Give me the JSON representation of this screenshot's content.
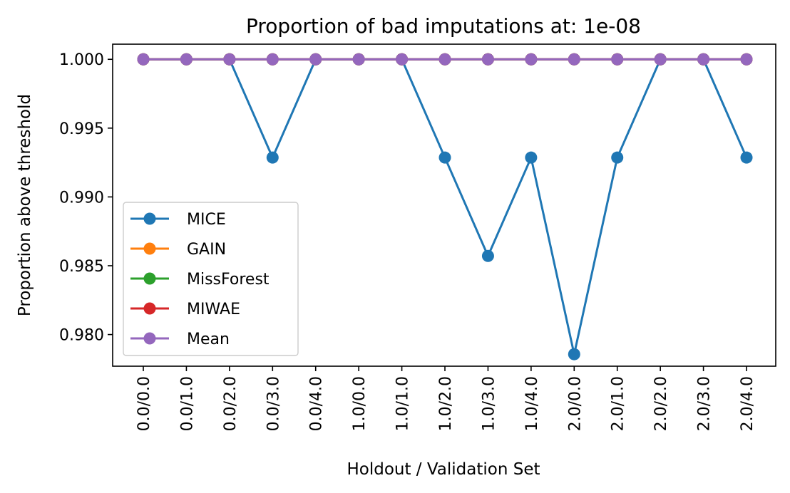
{
  "chart_data": {
    "type": "line",
    "title": "Proportion of bad imputations at: 1e-08",
    "xlabel": "Holdout / Validation Set",
    "ylabel": "Proportion above threshold",
    "categories": [
      "0.0/0.0",
      "0.0/1.0",
      "0.0/2.0",
      "0.0/3.0",
      "0.0/4.0",
      "1.0/0.0",
      "1.0/1.0",
      "1.0/2.0",
      "1.0/3.0",
      "1.0/4.0",
      "2.0/0.0",
      "2.0/1.0",
      "2.0/2.0",
      "2.0/3.0",
      "2.0/4.0"
    ],
    "ylim": [
      0.9777,
      1.0011
    ],
    "yticks": [
      0.98,
      0.985,
      0.99,
      0.995,
      1.0
    ],
    "ytick_labels": [
      "0.980",
      "0.985",
      "0.990",
      "0.995",
      "1.000"
    ],
    "grid": false,
    "legend_position": "lower-left",
    "series": [
      {
        "name": "MICE",
        "color": "#1f77b4",
        "values": [
          1.0,
          1.0,
          1.0,
          0.99286,
          1.0,
          1.0,
          1.0,
          0.99286,
          0.98571,
          0.99286,
          0.97857,
          0.99286,
          1.0,
          1.0,
          0.99286
        ]
      },
      {
        "name": "GAIN",
        "color": "#ff7f0e",
        "values": [
          1.0,
          1.0,
          1.0,
          1.0,
          1.0,
          1.0,
          1.0,
          1.0,
          1.0,
          1.0,
          1.0,
          1.0,
          1.0,
          1.0,
          1.0
        ]
      },
      {
        "name": "MissForest",
        "color": "#2ca02c",
        "values": [
          1.0,
          1.0,
          1.0,
          1.0,
          1.0,
          1.0,
          1.0,
          1.0,
          1.0,
          1.0,
          1.0,
          1.0,
          1.0,
          1.0,
          1.0
        ]
      },
      {
        "name": "MIWAE",
        "color": "#d62728",
        "values": [
          1.0,
          1.0,
          1.0,
          1.0,
          1.0,
          1.0,
          1.0,
          1.0,
          1.0,
          1.0,
          1.0,
          1.0,
          1.0,
          1.0,
          1.0
        ]
      },
      {
        "name": "Mean",
        "color": "#9467bd",
        "values": [
          1.0,
          1.0,
          1.0,
          1.0,
          1.0,
          1.0,
          1.0,
          1.0,
          1.0,
          1.0,
          1.0,
          1.0,
          1.0,
          1.0,
          1.0
        ]
      }
    ]
  }
}
